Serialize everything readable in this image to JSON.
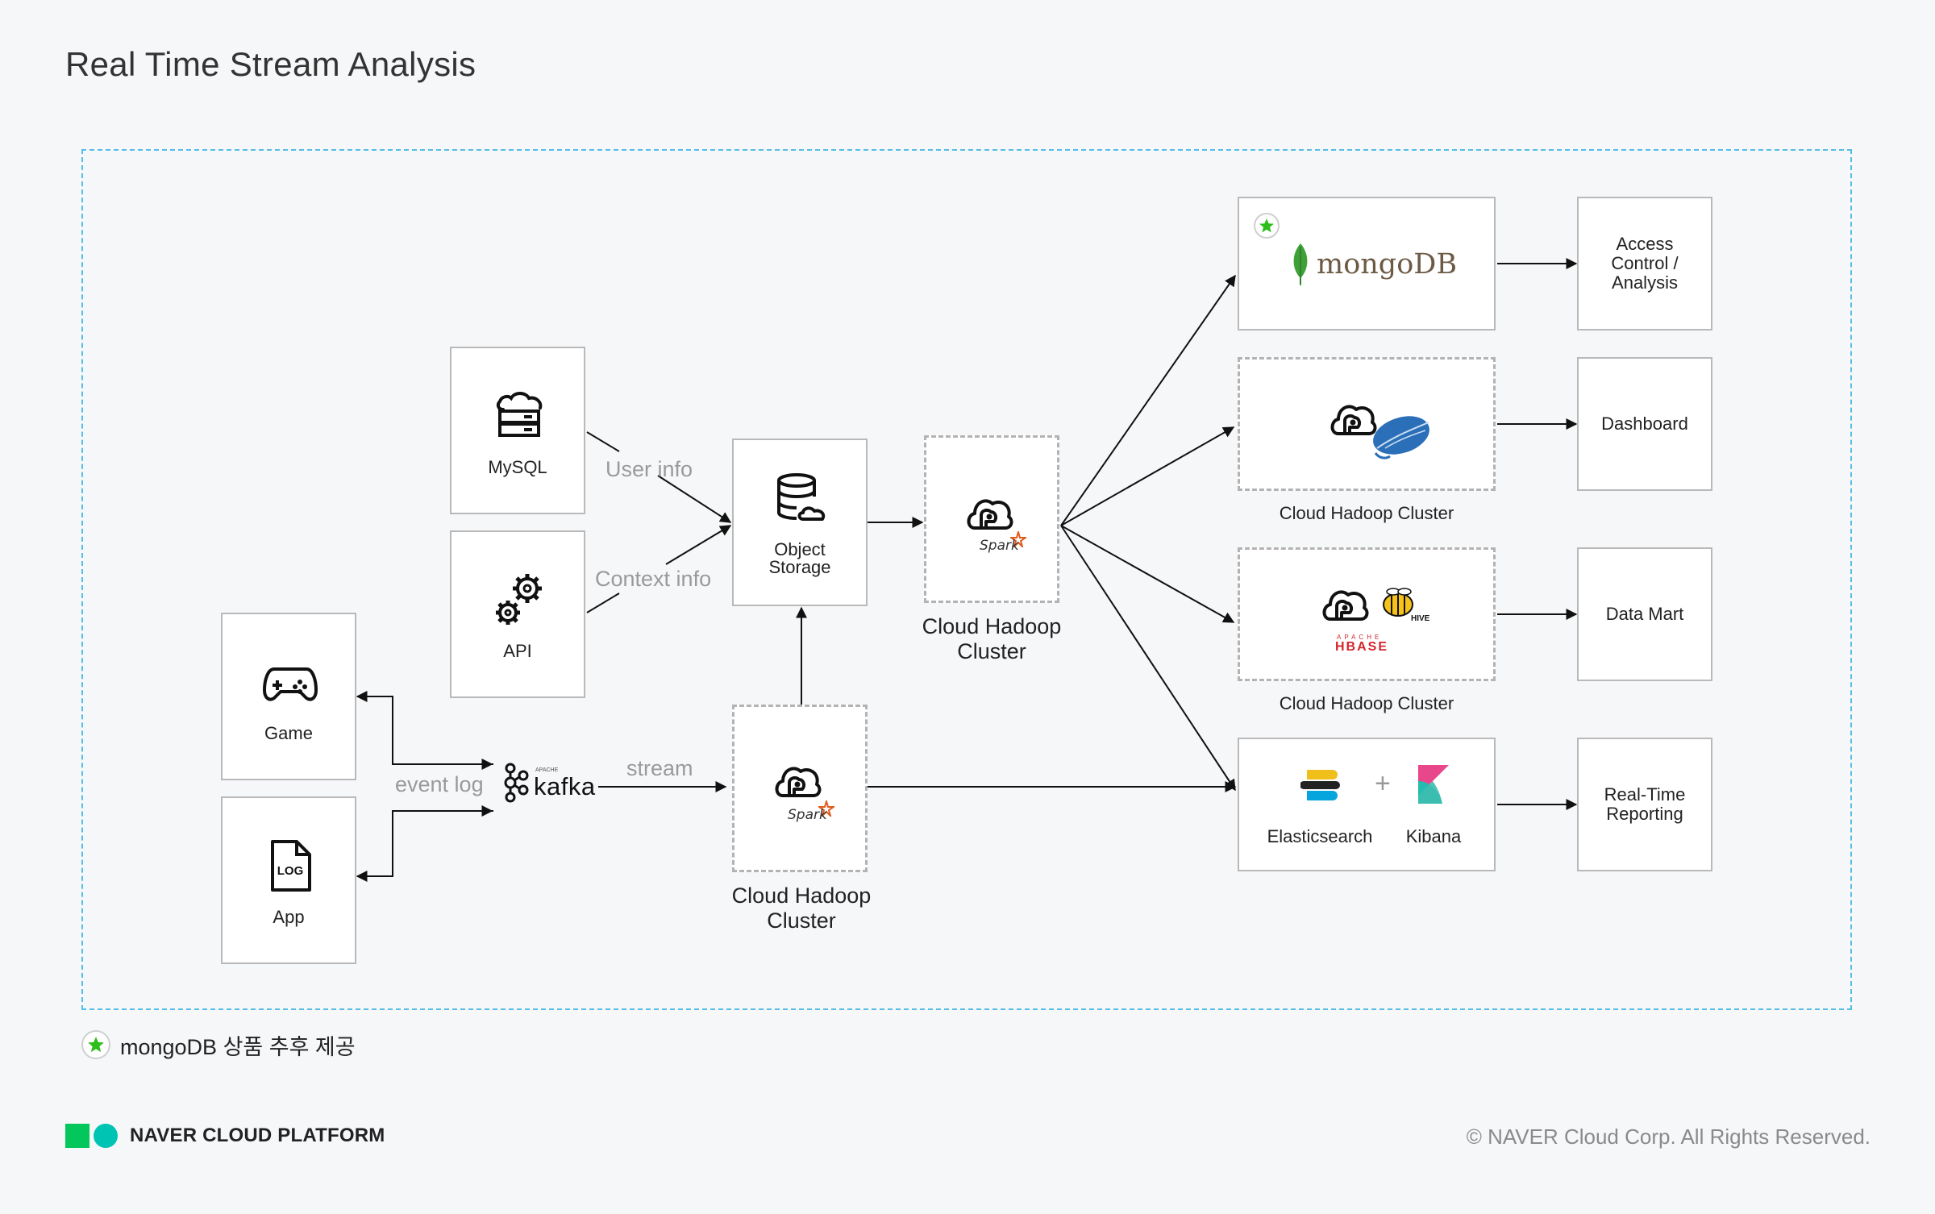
{
  "title": "Real Time Stream Analysis",
  "sources": {
    "game": {
      "label": "Game",
      "icon": "gamepad-icon"
    },
    "app": {
      "label": "App",
      "icon": "log-file-icon"
    },
    "mysql": {
      "label": "MySQL",
      "icon": "database-cloud-icon"
    },
    "api": {
      "label": "API",
      "icon": "gears-icon"
    }
  },
  "kafka": {
    "name": "kafka",
    "apache": "APACHE"
  },
  "object_storage": {
    "label_line1": "Object",
    "label_line2": "Storage"
  },
  "edges": {
    "event_log": "event log",
    "stream": "stream",
    "user_info": "User info",
    "context_info": "Context info"
  },
  "spark_batch": {
    "caption_line1": "Cloud Hadoop",
    "caption_line2": "Cluster",
    "logo": "Spark"
  },
  "spark_stream": {
    "caption_line1": "Cloud Hadoop",
    "caption_line2": "Cluster",
    "logo": "Spark"
  },
  "targets": {
    "mongodb": {
      "logo": "mongoDB"
    },
    "hadoop1": {
      "caption": "Cloud Hadoop Cluster"
    },
    "hadoop2": {
      "caption": "Cloud Hadoop Cluster",
      "hive": "HIVE",
      "hbase": "HBASE",
      "apache": "APACHE"
    },
    "elastic": {
      "elasticsearch": "Elasticsearch",
      "kibana": "Kibana",
      "plus": "+"
    }
  },
  "outputs": {
    "access": {
      "line1": "Access",
      "line2": "Control /",
      "line3": "Analysis"
    },
    "dashboard": {
      "line1": "Dashboard"
    },
    "datamart": {
      "line1": "Data Mart"
    },
    "reporting": {
      "line1": "Real-Time",
      "line2": "Reporting"
    }
  },
  "note": "mongoDB 상품 추후 제공",
  "footer": {
    "brand": "NAVER CLOUD PLATFORM",
    "copyright": "© NAVER Cloud Corp. All Rights Reserved."
  },
  "colors": {
    "frame": "#55bde6",
    "star": "#2dbe1a",
    "brand_green": "#03c75a",
    "brand_teal": "#00c4b3"
  }
}
